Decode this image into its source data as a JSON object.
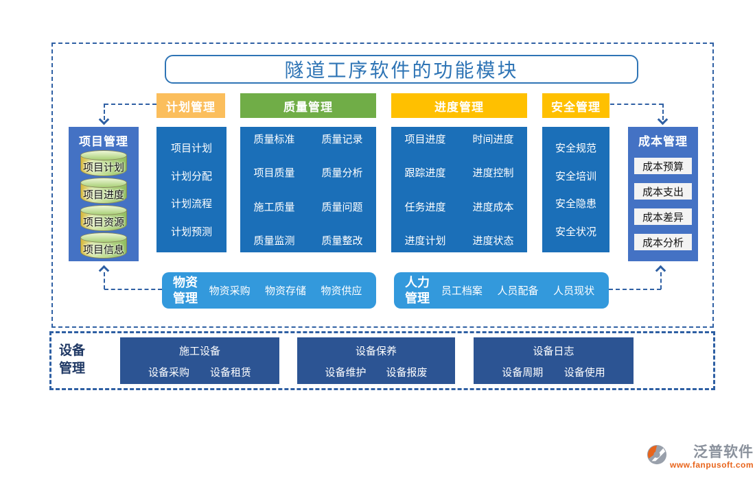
{
  "title": "隧道工序软件的功能模块",
  "headers": {
    "plan": "计划管理",
    "quality": "质量管理",
    "progress": "进度管理",
    "safety": "安全管理"
  },
  "project": {
    "title": "项目管理",
    "items": [
      "项目计划",
      "项目进度",
      "项目资源",
      "项目信息"
    ]
  },
  "cost": {
    "title": "成本管理",
    "items": [
      "成本预算",
      "成本支出",
      "成本差异",
      "成本分析"
    ]
  },
  "plan_col": {
    "items": [
      "项目计划",
      "计划分配",
      "计划流程",
      "计划预测"
    ]
  },
  "quality_col": {
    "items": [
      "质量标准",
      "质量记录",
      "项目质量",
      "质量分析",
      "施工质量",
      "质量问题",
      "质量监测",
      "质量整改"
    ]
  },
  "progress_col": {
    "items": [
      "项目进度",
      "时间进度",
      "跟踪进度",
      "进度控制",
      "任务进度",
      "进度成本",
      "进度计划",
      "进度状态"
    ]
  },
  "safety_col": {
    "items": [
      "安全规范",
      "安全培训",
      "安全隐患",
      "安全状况"
    ]
  },
  "material": {
    "title": "物资管理",
    "items": [
      "物资采购",
      "物资存储",
      "物资供应"
    ]
  },
  "hr": {
    "title": "人力管理",
    "items": [
      "员工档案",
      "人员配备",
      "人员现状"
    ]
  },
  "equipment": {
    "label": "设备管理",
    "groups": [
      {
        "title": "施工设备",
        "items": [
          "设备采购",
          "设备租赁"
        ]
      },
      {
        "title": "设备保养",
        "items": [
          "设备维护",
          "设备报废"
        ]
      },
      {
        "title": "设备日志",
        "items": [
          "设备周期",
          "设备使用"
        ]
      }
    ]
  },
  "logo": {
    "name": "泛普软件",
    "url": "www.fanpusoft.com"
  },
  "colors": {
    "outline": "#2E5FA3",
    "title": "#2E74B5",
    "column": "#1B6FB8",
    "panel": "#4472C4",
    "rounded": "#3399DC",
    "equipment": "#2C5493",
    "plan-header": "#FBBE5C",
    "quality-header": "#70AD47",
    "gold-header": "#FFC000",
    "dark-label": "#1F3864",
    "logo-gray": "#8A919C",
    "logo-orange": "#E8641B"
  }
}
